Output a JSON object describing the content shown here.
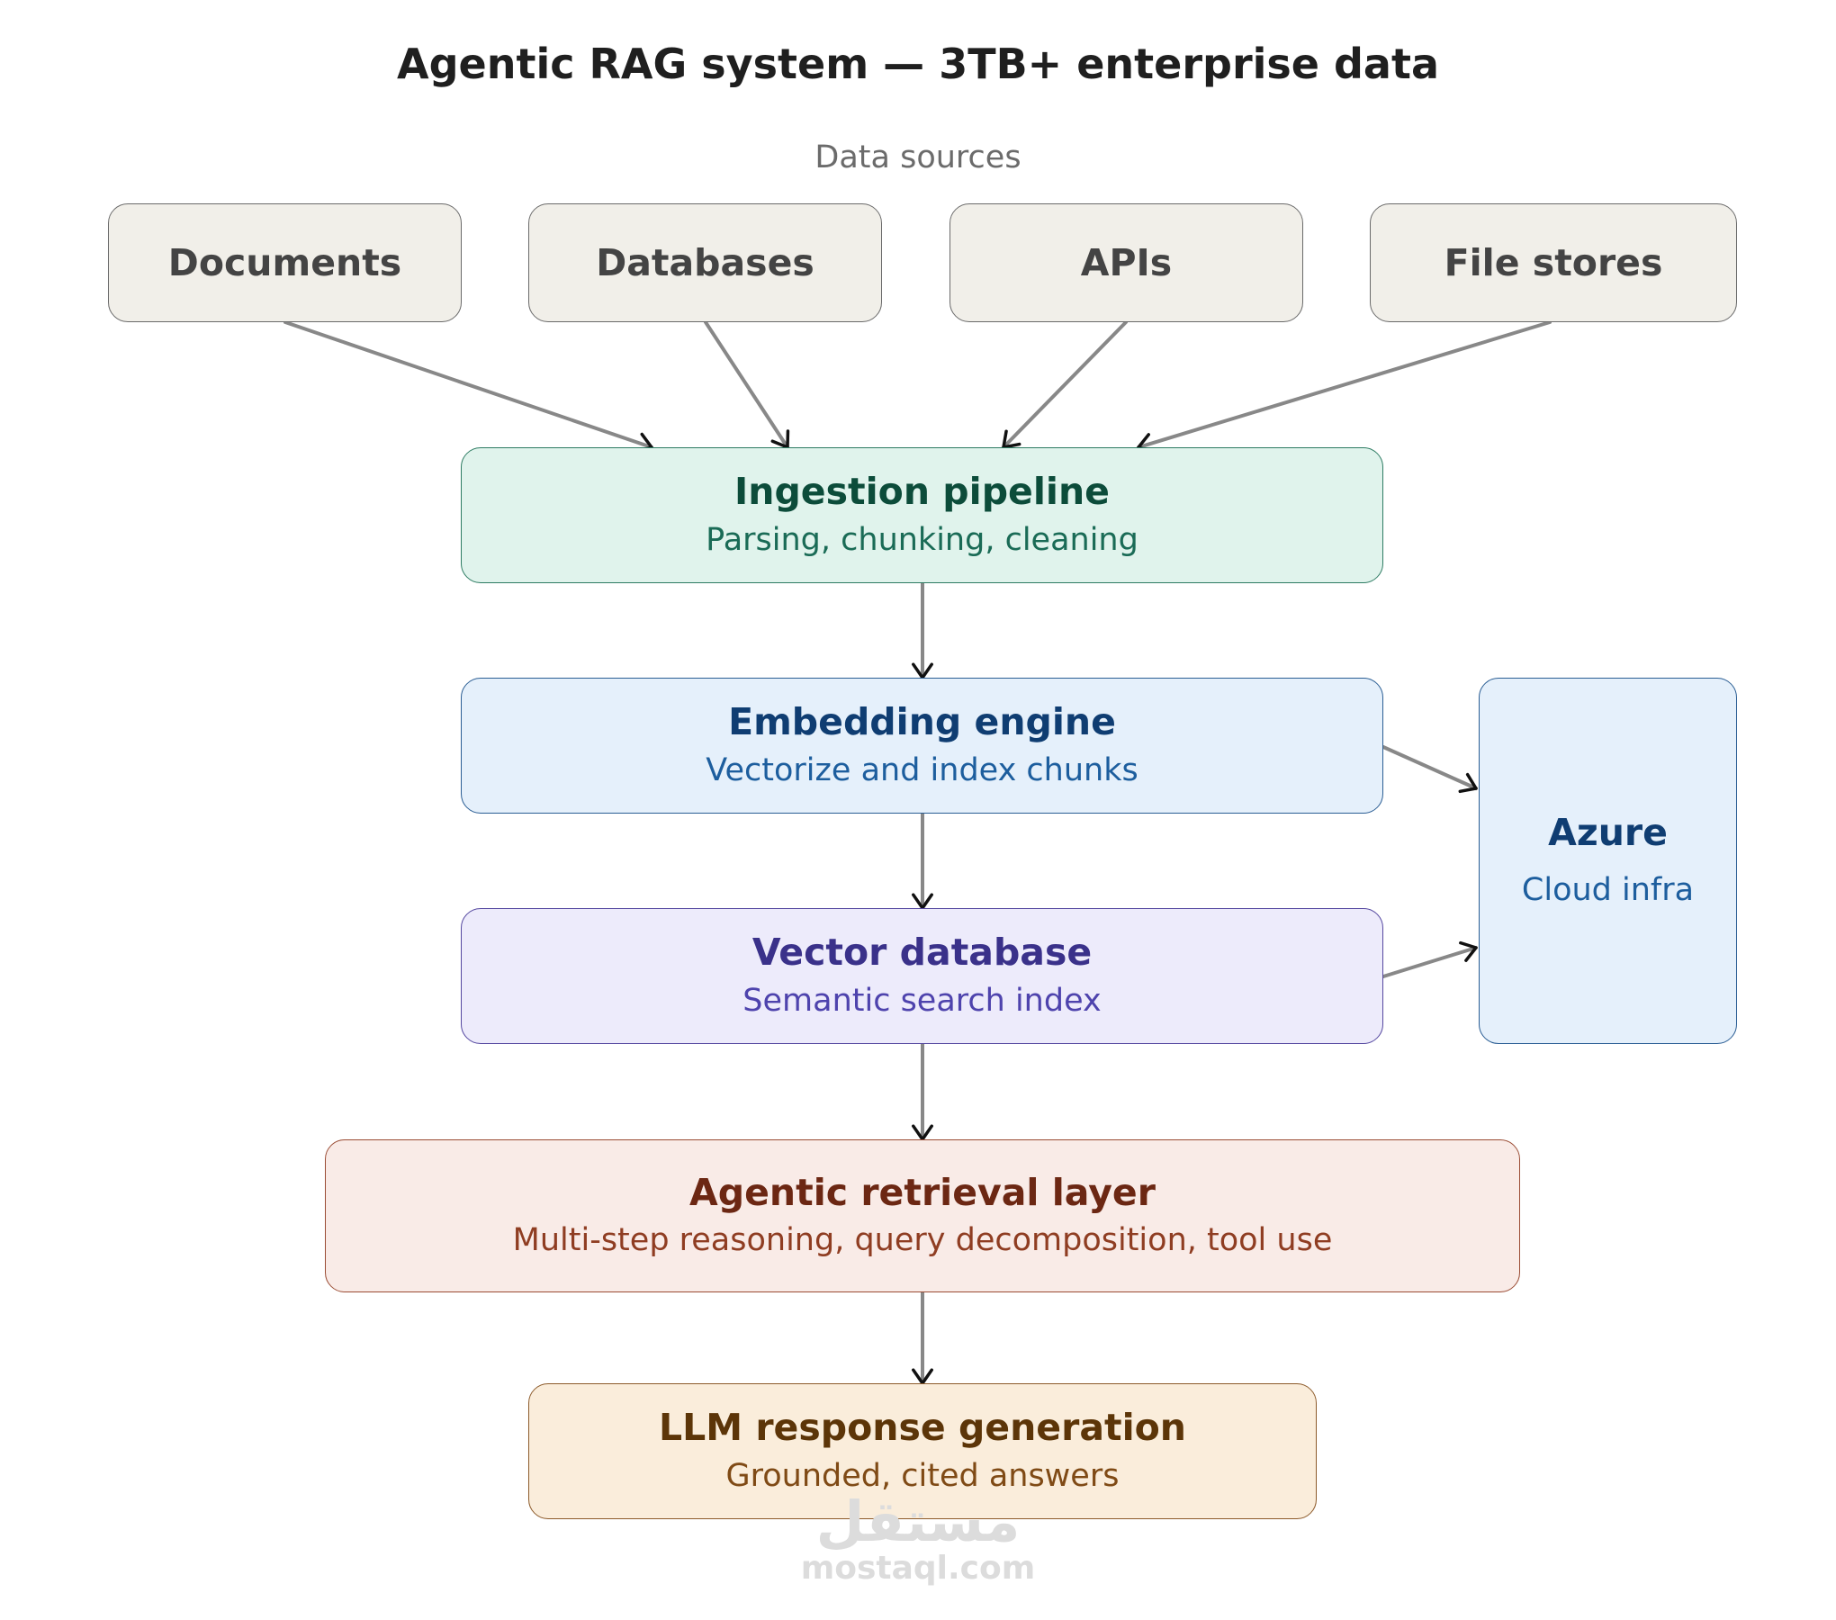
{
  "title": "Agentic RAG system — 3TB+ enterprise data",
  "section_label": "Data sources",
  "sources": [
    {
      "label": "Documents"
    },
    {
      "label": "Databases"
    },
    {
      "label": "APIs"
    },
    {
      "label": "File stores"
    }
  ],
  "ingestion": {
    "title": "Ingestion pipeline",
    "subtitle": "Parsing, chunking, cleaning"
  },
  "embedding": {
    "title": "Embedding engine",
    "subtitle": "Vectorize and index chunks"
  },
  "vector_db": {
    "title": "Vector database",
    "subtitle": "Semantic search index"
  },
  "retrieval": {
    "title": "Agentic retrieval layer",
    "subtitle": "Multi-step reasoning, query decomposition, tool use"
  },
  "llm": {
    "title": "LLM response generation",
    "subtitle": "Grounded, cited answers"
  },
  "azure": {
    "title": "Azure",
    "subtitle": "Cloud infra"
  },
  "watermark": {
    "arabic": "مستقل",
    "latin": "mostaql.com"
  },
  "colors": {
    "edge": "#888888",
    "arrowhead": "#111111"
  }
}
